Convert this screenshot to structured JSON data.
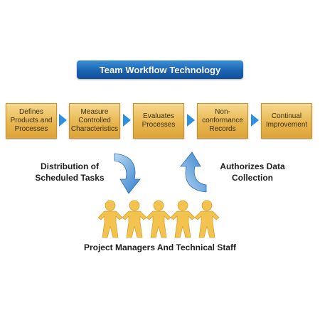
{
  "title": "Team Workflow Technology",
  "steps": [
    {
      "label": "Defines Products and Processes"
    },
    {
      "label": "Measure Controlled Characteristics"
    },
    {
      "label": "Evaluates Processes"
    },
    {
      "label": "Non-conformance Records"
    },
    {
      "label": "Continual Improvement"
    }
  ],
  "left_label": "Distribution of Scheduled Tasks",
  "right_label": "Authorizes Data Collection",
  "bottom_label": "Project Managers And Technical Staff",
  "colors": {
    "title_bar": "#1a64b2",
    "step_fill": "#e8b74f",
    "arrow": "#2f8fe0",
    "people": "#f3c34f"
  },
  "icons": {
    "cycle_down": "curved-arrow-down-icon",
    "cycle_up": "curved-arrow-up-icon",
    "team": "people-chain-icon"
  }
}
